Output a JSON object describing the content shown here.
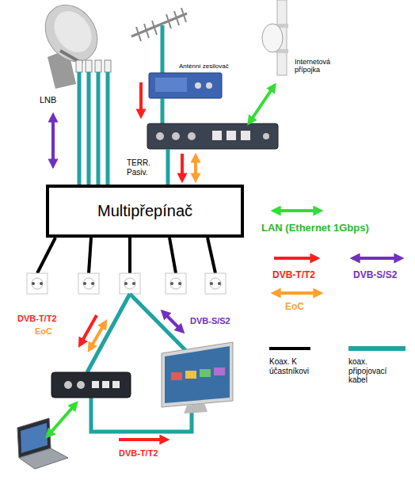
{
  "diagram": {
    "nodes": [
      {
        "text": [
          "Multipřepínač"
        ]
      }
    ],
    "labels": [
      "Anténní zesilovač",
      "Internetová přípojka",
      "LNB",
      "TERR. Pasiv.",
      "DVB-T/T2",
      "EoC",
      "DVB-S/S2",
      "DVB-T/T2"
    ],
    "legend": [
      {
        "text": "LAN (Ethernet 1Gbps)"
      },
      {
        "text": "DVB-T/T2"
      },
      {
        "text": "DVB-S/S2"
      },
      {
        "text": "EoC"
      },
      {
        "text": "Koax. K účastníkovi"
      },
      {
        "text": "koax. připojovací kabel"
      }
    ]
  }
}
